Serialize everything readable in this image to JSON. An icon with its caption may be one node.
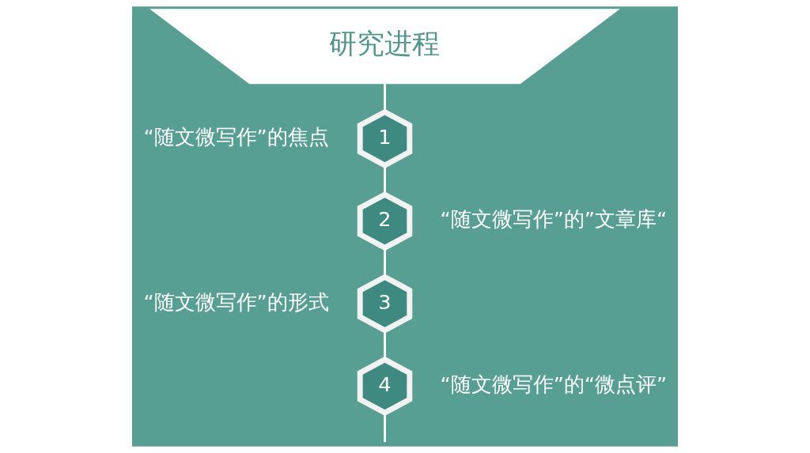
{
  "diagram": {
    "nodes": [
      {
        "text": [
          "研究进程"
        ]
      },
      {
        "text": [
          "1"
        ],
        "beside": [
          "“随文微写作”的焦点"
        ]
      },
      {
        "text": [
          "2"
        ],
        "beside": [
          "“随文微写作”的”文章库“"
        ]
      },
      {
        "text": [
          "3"
        ],
        "beside": [
          "“随文微写作”的形式"
        ]
      },
      {
        "text": [
          "4"
        ],
        "beside": [
          "“随文微写作”的“微点评”"
        ]
      }
    ],
    "edges": [
      {
        "from": 0,
        "to": 1,
        "arrow": "none"
      },
      {
        "from": 1,
        "to": 2,
        "arrow": "none"
      },
      {
        "from": 2,
        "to": 3,
        "arrow": "none"
      },
      {
        "from": 3,
        "to": 4,
        "arrow": "none"
      },
      {
        "from": 4,
        "to": null,
        "arrow": "none"
      }
    ]
  }
}
